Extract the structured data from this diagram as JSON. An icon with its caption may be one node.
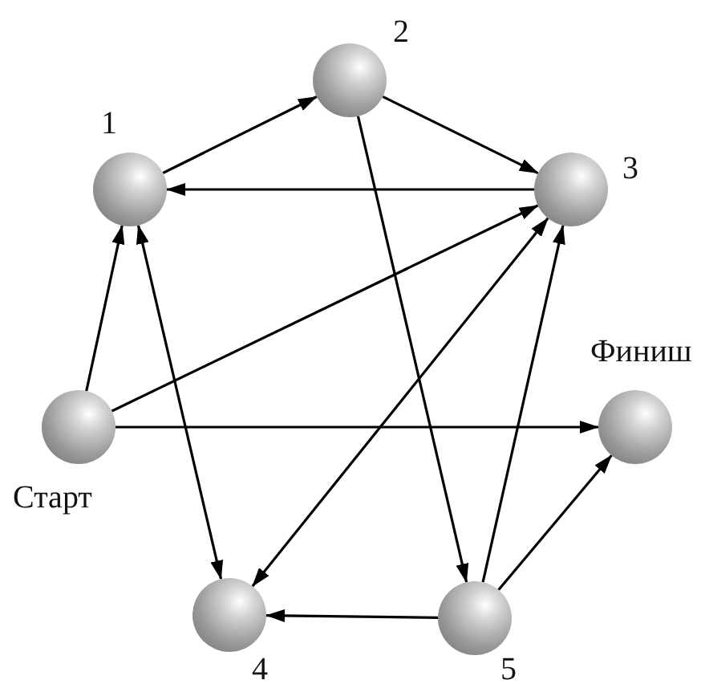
{
  "diagram": {
    "nodes": [
      {
        "text": [
          "1"
        ]
      },
      {
        "text": [
          "2"
        ]
      },
      {
        "text": [
          "3"
        ]
      },
      {
        "text": [
          "Старт"
        ]
      },
      {
        "text": [
          "Финиш"
        ]
      },
      {
        "text": [
          "4"
        ]
      },
      {
        "text": [
          "5"
        ]
      }
    ],
    "edges": [
      {
        "from": 0,
        "to": 1,
        "arrow": "to"
      },
      {
        "from": 1,
        "to": 2,
        "arrow": "to"
      },
      {
        "from": 2,
        "to": 0,
        "arrow": "to"
      },
      {
        "from": 3,
        "to": 0,
        "arrow": "to"
      },
      {
        "from": 3,
        "to": 2,
        "arrow": "to"
      },
      {
        "from": 3,
        "to": 4,
        "arrow": "to"
      },
      {
        "from": 0,
        "to": 5,
        "arrow": "both"
      },
      {
        "from": 1,
        "to": 6,
        "arrow": "to"
      },
      {
        "from": 2,
        "to": 5,
        "arrow": "both"
      },
      {
        "from": 6,
        "to": 5,
        "arrow": "to"
      },
      {
        "from": 6,
        "to": 2,
        "arrow": "to"
      },
      {
        "from": 6,
        "to": 4,
        "arrow": "to"
      }
    ]
  }
}
